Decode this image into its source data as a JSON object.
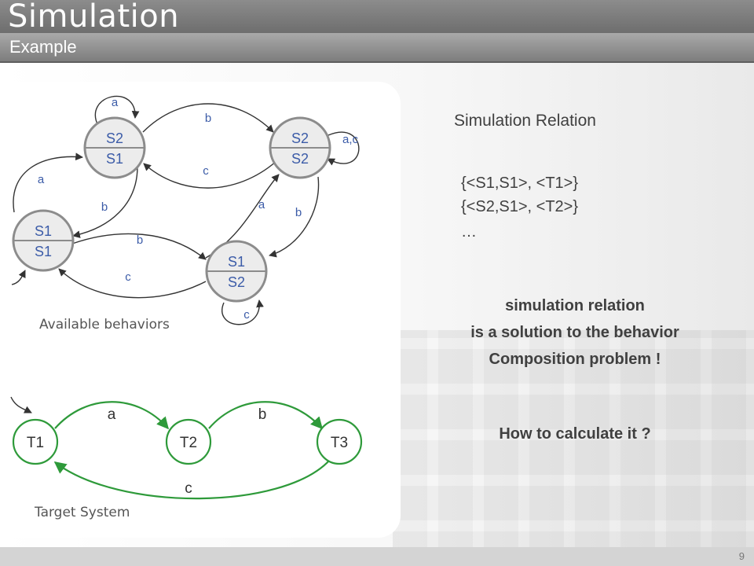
{
  "header": {
    "title": "Simulation",
    "subtitle": "Example"
  },
  "available": {
    "caption": "Available behaviors",
    "states": {
      "s2s1": [
        "S2",
        "S1"
      ],
      "s2s2": [
        "S2",
        "S2"
      ],
      "s1s1": [
        "S1",
        "S1"
      ],
      "s1s2": [
        "S1",
        "S2"
      ]
    },
    "edge_labels": {
      "loop_s2s1": "a",
      "s2s1_to_s2s2": "b",
      "s2s2_to_s2s1": "c",
      "loop_s2s2": "a,c",
      "s1s1_to_s2s1": "a",
      "s2s1_to_s1s1": "b",
      "s1s2_to_s2s2": "a",
      "s2s2_to_s1s2": "b",
      "s1s1_to_s1s2": "b",
      "s1s2_to_s1s1": "c",
      "loop_s1s2": "c"
    },
    "colors": {
      "stroke": "#8c8c8c",
      "state_text": "#3c5ca8",
      "label": "#3c5ca8"
    }
  },
  "target": {
    "caption": "Target System",
    "states": [
      "T1",
      "T2",
      "T3"
    ],
    "edge_labels": {
      "t1_t2": "a",
      "t2_t3": "b",
      "t3_t1": "c"
    },
    "colors": {
      "stroke": "#2e9a3a",
      "text": "#333333"
    }
  },
  "relation": {
    "heading": "Simulation Relation",
    "lines": [
      "{<S1,S1>, <T1>}",
      "{<S2,S1>, <T2>}",
      "…"
    ]
  },
  "statement": {
    "lines": [
      "simulation relation",
      "is a solution to the behavior",
      "Composition problem !"
    ]
  },
  "question": "How to calculate it ?",
  "footer": {
    "page": "9"
  }
}
